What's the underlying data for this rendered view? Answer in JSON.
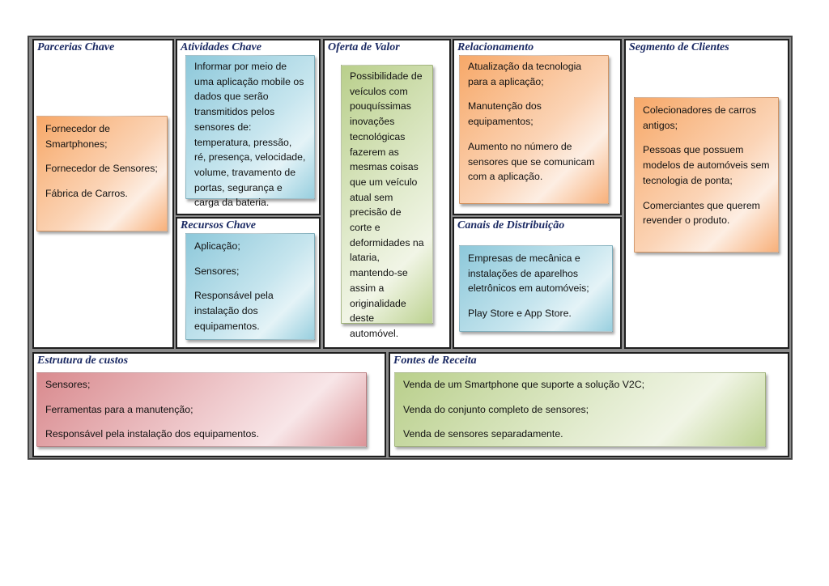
{
  "canvas": {
    "parcerias": {
      "title": "Parcerias Chave",
      "items": [
        "Fornecedor de Smartphones;",
        "Fornecedor de Sensores;",
        "Fábrica de Carros."
      ]
    },
    "atividades": {
      "title": "Atividades Chave",
      "items": [
        "Informar por meio de uma aplicação mobile os dados que serão transmitidos pelos sensores de: temperatura, pressão, ré, presença, velocidade, volume, travamento de portas, segurança e carga da bateria."
      ]
    },
    "recursos": {
      "title": "Recursos Chave",
      "items": [
        "Aplicação;",
        "Sensores;",
        "Responsável pela instalação dos equipamentos."
      ]
    },
    "oferta": {
      "title": "Oferta de Valor",
      "items": [
        "Possibilidade de veículos com pouquíssimas inovações tecnológicas fazerem as mesmas coisas que um veículo atual sem precisão de corte e deformidades na lataria, mantendo-se assim a originalidade deste automóvel."
      ]
    },
    "relacionamento": {
      "title": "Relacionamento",
      "items": [
        "Atualização da tecnologia para a aplicação;",
        "Manutenção dos equipamentos;",
        "Aumento no número de sensores que se comunicam com a aplicação."
      ]
    },
    "canais": {
      "title": "Canais de Distribuição",
      "items": [
        "Empresas de mecânica e instalações de aparelhos eletrônicos em automóveis;",
        "Play Store e App Store."
      ]
    },
    "segmento": {
      "title": "Segmento de Clientes",
      "items": [
        "Colecionadores de carros antigos;",
        "Pessoas que possuem modelos de automóveis sem tecnologia de ponta;",
        "Comerciantes que querem revender o produto."
      ]
    },
    "custos": {
      "title": "Estrutura de custos",
      "items": [
        "Sensores;",
        "Ferramentas para a manutenção;",
        "Responsável pela instalação dos equipamentos."
      ]
    },
    "fontes": {
      "title": "Fontes de Receita",
      "items": [
        "Venda de um Smartphone que suporte a solução V2C;",
        "Venda do conjunto completo de sensores;",
        "Venda de sensores separadamente."
      ]
    }
  },
  "colors": {
    "heading": "#1b2a63",
    "orange": "#f7a868",
    "blue": "#8dc8da",
    "green": "#b9cf8b",
    "red": "#d98a8e"
  }
}
